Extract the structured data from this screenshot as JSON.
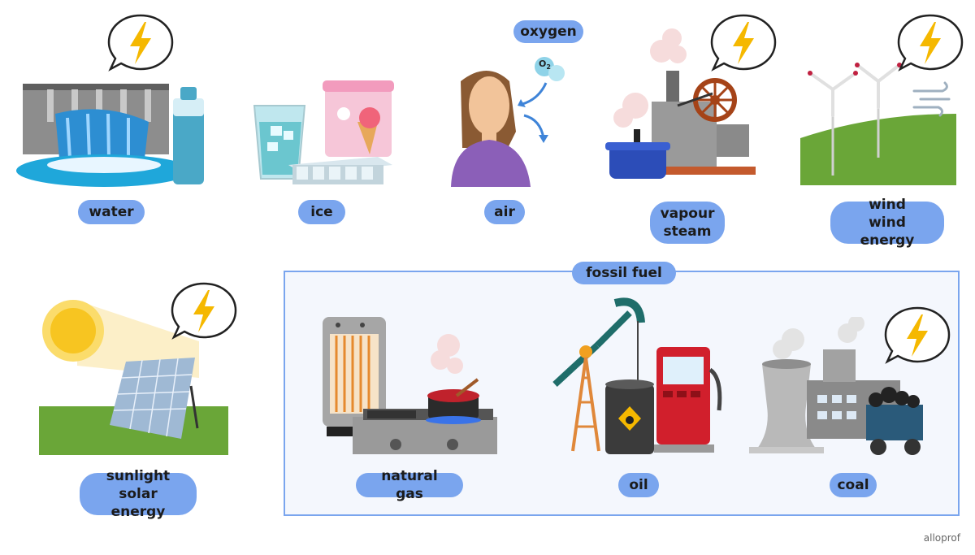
{
  "labels": {
    "water": "water",
    "ice": "ice",
    "air": "air",
    "oxygen": "oxygen",
    "vapour": "vapour",
    "steam": "steam",
    "wind": "wind",
    "wind_energy": "wind energy",
    "sunlight": "sunlight",
    "solar_energy": "solar energy",
    "fossil_fuel": "fossil fuel",
    "natural_gas": "natural gas",
    "oil": "oil",
    "coal": "coal",
    "o2": "O",
    "o2_sub": "2"
  },
  "watermark": "alloprof",
  "colors": {
    "pill": "#7aa5ee",
    "box_border": "#7aa5ee",
    "lightning": "#f5b800"
  },
  "icons": [
    "lightning-bubble-icon",
    "droplet",
    "gear-icon"
  ]
}
